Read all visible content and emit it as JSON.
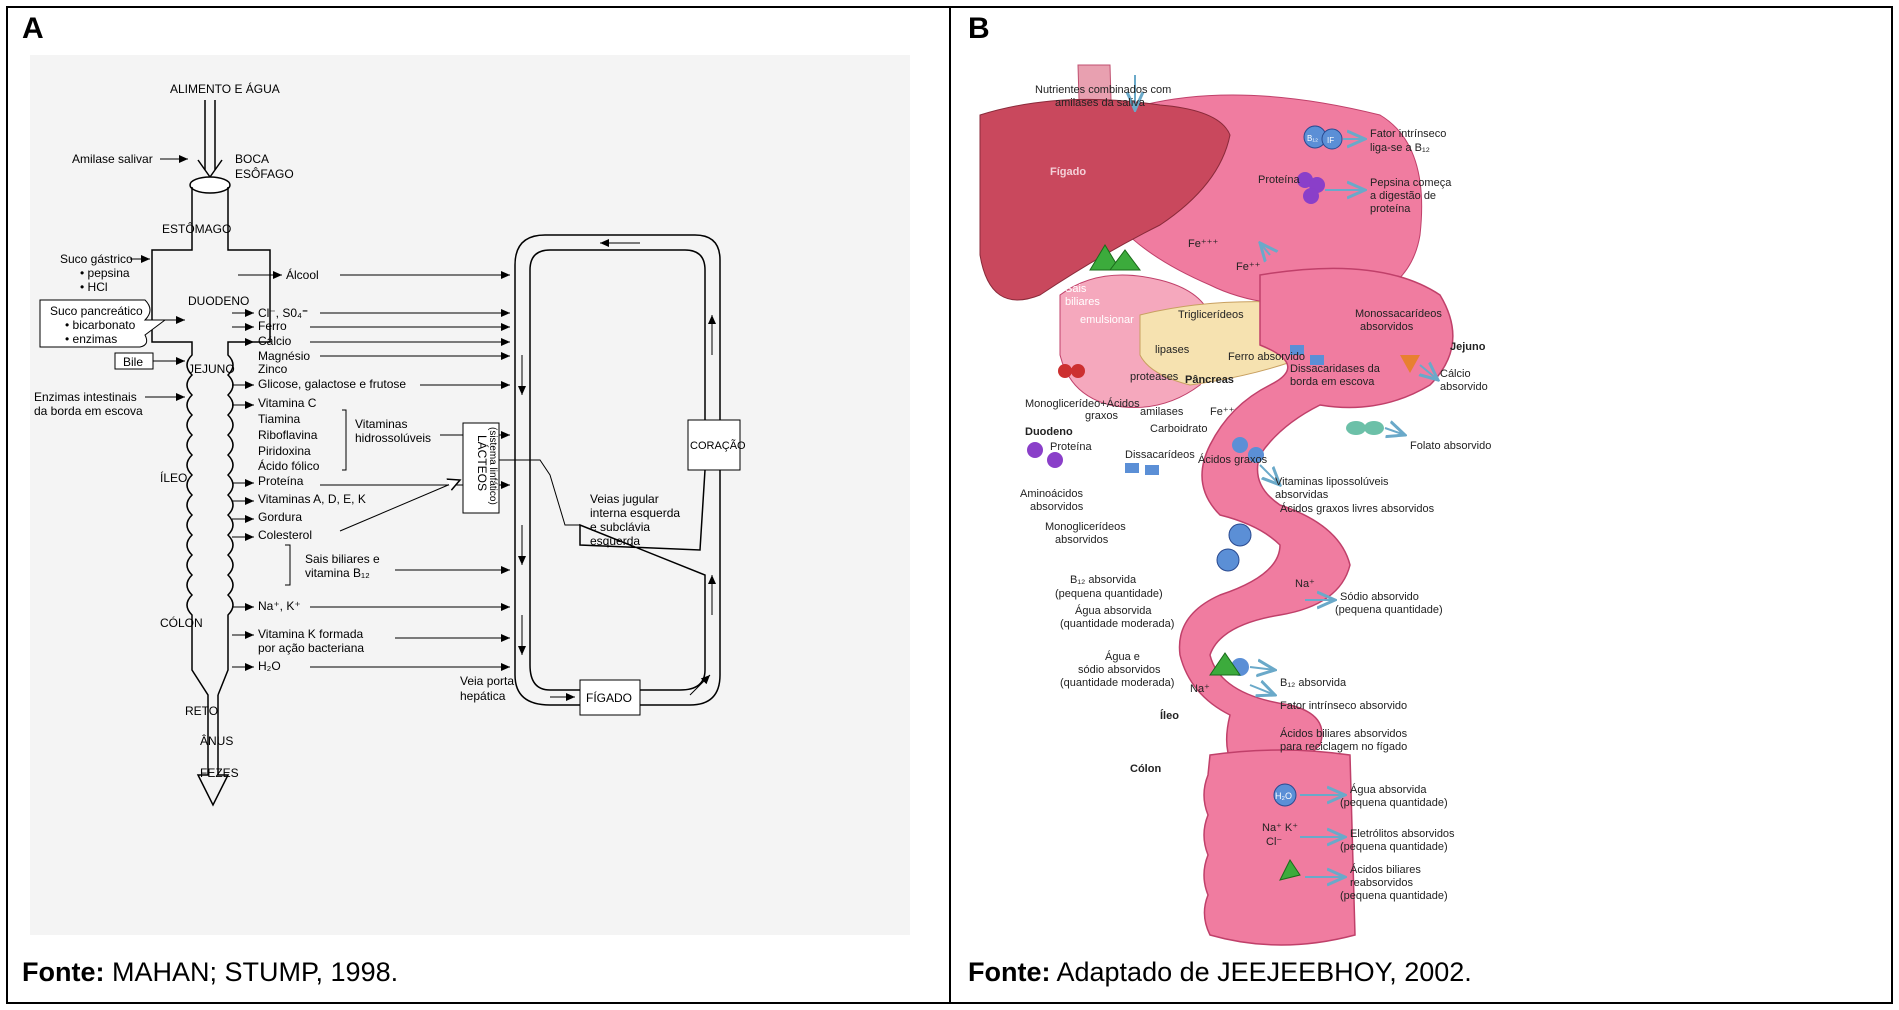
{
  "panel_a": {
    "letter": "A",
    "source_label": "Fonte:",
    "source_text": "MAHAN; STUMP, 1998.",
    "top_label": "ALIMENTO E ÁGUA",
    "organs": {
      "boca": "BOCA",
      "esofago": "ESÔFAGO",
      "estomago": "ESTÔMAGO",
      "duodeno": "DUODENO",
      "jejuno": "JEJUNO",
      "ileo": "ÍLEO",
      "colon": "CÓLON",
      "reto": "RETO",
      "anus": "ÂNUS",
      "fezes": "FEZES"
    },
    "inputs": {
      "amilase": "Amilase salivar",
      "suco_gastrico": "Suco gástrico",
      "pepsina": "• pepsina",
      "hcl": "• HCl",
      "suco_pancreatico": "Suco pancreático",
      "bicarbonato": "• bicarbonato",
      "enzimas": "• enzimas",
      "bile": "Bile",
      "enzimas_intestinais_1": "Enzimas intestinais",
      "enzimas_intestinais_2": "da borda em escova"
    },
    "absorbed": {
      "alcool": "Álcool",
      "cl_so4": "Cl⁻, S0₄⁼",
      "ferro": "Ferro",
      "calcio": "Cálcio",
      "magnesio": "Magnésio",
      "zinco": "Zinco",
      "glicose": "Glicose, galactose e frutose",
      "vit_c": "Vitamina C",
      "tiamina": "Tiamina",
      "riboflavina": "Riboflavina",
      "piridoxina": "Piridoxina",
      "acido_folico": "Ácido fólico",
      "proteina": "Proteína",
      "vit_adek": "Vitaminas A, D, E, K",
      "gordura": "Gordura",
      "colesterol": "Colesterol",
      "vit_hidro_1": "Vitaminas",
      "vit_hidro_2": "hidrossolúveis",
      "sais_biliares_1": "Sais biliares e",
      "sais_biliares_2": "vitamina B₁₂",
      "na_k": "Na⁺, K⁺",
      "vit_k_1": "Vitamina K formada",
      "vit_k_2": "por ação bacteriana",
      "h2o": "H₂O"
    },
    "circulation": {
      "lacteos_1": "LÁCTEOS",
      "lacteos_2": "(sistema linfático)",
      "coracao": "CORAÇÃO",
      "figado": "FÍGADO",
      "veias_1": "Veias jugular",
      "veias_2": "interna esquerda",
      "veias_3": "e subclávia",
      "veias_4": "esquerda",
      "veia_porta_1": "Veia porta",
      "veia_porta_2": "hepática"
    }
  },
  "panel_b": {
    "letter": "B",
    "source_label": "Fonte:",
    "source_text": "Adaptado de JEEJEEBHOY, 2002.",
    "labels": {
      "nutrientes_1": "Nutrientes combinados com",
      "nutrientes_2": "amilases da saliva",
      "figado": "Fígado",
      "fator_1": "Fator intrínseco",
      "fator_2": "liga-se a B₁₂",
      "proteina_top": "Proteína",
      "pepsina_1": "Pepsina começa",
      "pepsina_2": "a digestão de",
      "pepsina_3": "proteína",
      "fe3": "Fe⁺⁺⁺",
      "fe2": "Fe⁺⁺",
      "sais_1": "Sais",
      "sais_2": "biliares",
      "emulsionar": "emulsionar",
      "triglicerideos": "Triglicerídeos",
      "monossac_1": "Monossacarídeos",
      "monossac_2": "absorvidos",
      "jejuno": "Jejuno",
      "lipases": "lipases",
      "proteases": "proteases",
      "ferro_abs": "Ferro absorvido",
      "dissacaridases_1": "Dissacaridases da",
      "dissacaridases_2": "borda em escova",
      "calcio_1": "Cálcio",
      "calcio_2": "absorvido",
      "pancreas": "Pâncreas",
      "monoglic_acidos_1": "Monoglicerídeo+Ácidos",
      "monoglic_acidos_2": "graxos",
      "amilases": "amilases",
      "fe2b": "Fe⁺⁺",
      "carboidrato": "Carboidrato",
      "duodeno": "Duodeno",
      "proteina_mid": "Proteína",
      "dissacarideos": "Dissacarídeos",
      "acidos_graxos": "Ácidos graxos",
      "folato": "Folato absorvido",
      "aminoacidos_1": "Aminoácidos",
      "aminoacidos_2": "absorvidos",
      "vit_lipo_1": "Vitaminas lipossolúveis",
      "vit_lipo_2": "absorvidas",
      "acidos_livres": "Ácidos graxos livres absorvidos",
      "monoglic_abs_1": "Monoglicerídeos",
      "monoglic_abs_2": "absorvidos",
      "b12_abs_1": "B₁₂ absorvida",
      "b12_abs_2": "(pequena quantidade)",
      "na_plus": "Na⁺",
      "sodio_1": "Sódio absorvido",
      "sodio_2": "(pequena quantidade)",
      "agua_mod_1": "Água absorvida",
      "agua_mod_2": "(quantidade moderada)",
      "agua_sodio_1": "Água e",
      "agua_sodio_2": "sódio absorvidos",
      "agua_sodio_3": "(quantidade moderada)",
      "na_plus_2": "Na⁺",
      "b12_abs_3": "B₁₂ absorvida",
      "ileo": "Íleo",
      "fator_abs": "Fator intrínseco absorvido",
      "biliares_rec_1": "Ácidos biliares absorvidos",
      "biliares_rec_2": "para reciclagem no fígado",
      "colon": "Cólon",
      "agua_peq_1": "Água absorvida",
      "agua_peq_2": "(pequena quantidade)",
      "na_k": "Na⁺ K⁺",
      "cl": "Cl⁻",
      "eletrolitos_1": "Eletrólitos absorvidos",
      "eletrolitos_2": "(pequena quantidade)",
      "biliares_reabs_1": "Ácidos biliares",
      "biliares_reabs_2": "reabsorvidos",
      "biliares_reabs_3": "(pequena quantidade)",
      "h2o": "H₂O",
      "b12": "B₁₂",
      "if": "IF"
    }
  }
}
